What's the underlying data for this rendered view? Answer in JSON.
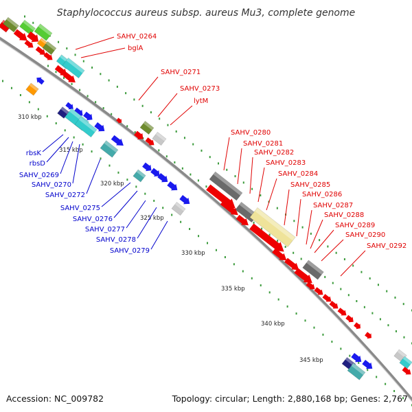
{
  "header": {
    "title": "Staphylococcus aureus subsp. aureus Mu3, complete genome"
  },
  "footer": {
    "accession": "Accession: NC_009782",
    "summary": "Topology: circular; Length: 2,880,168 bp; Genes: 2,767"
  },
  "colors": {
    "backbone": "#8a8a8a",
    "tick_dots": "#3a9a3a",
    "forward_label": "#e00000",
    "reverse_label": "#0000cc",
    "feature_red": "#ee0000",
    "feature_blue": "#1a1aee",
    "feature_cyan": "#33cccc",
    "feature_green": "#55cc33",
    "feature_olive": "#6e8b2e",
    "feature_gray": "#6a6a6a",
    "feature_silver": "#c8c8c8",
    "feature_khaki": "#efe39a",
    "feature_orange": "#ff9900",
    "feature_navy": "#202080",
    "feature_teal": "#44aaaa"
  },
  "scale_labels": [
    "310 kbp",
    "315 kbp",
    "320 kbp",
    "325 kbp",
    "330 kbp",
    "335 kbp",
    "340 kbp",
    "345 kbp"
  ],
  "forward_labels": [
    "SAHV_0264",
    "bglA",
    "SAHV_0271",
    "SAHV_0273",
    "lytM",
    "SAHV_0280",
    "SAHV_0281",
    "SAHV_0282",
    "SAHV_0283",
    "SAHV_0284",
    "SAHV_0285",
    "SAHV_0286",
    "SAHV_0287",
    "SAHV_0288",
    "SAHV_0289",
    "SAHV_0290",
    "SAHV_0292"
  ],
  "reverse_labels": [
    "rbsK",
    "rbsD",
    "SAHV_0269",
    "SAHV_0270",
    "SAHV_0272",
    "SAHV_0275",
    "SAHV_0276",
    "SAHV_0277",
    "SAHV_0278",
    "SAHV_0279"
  ]
}
